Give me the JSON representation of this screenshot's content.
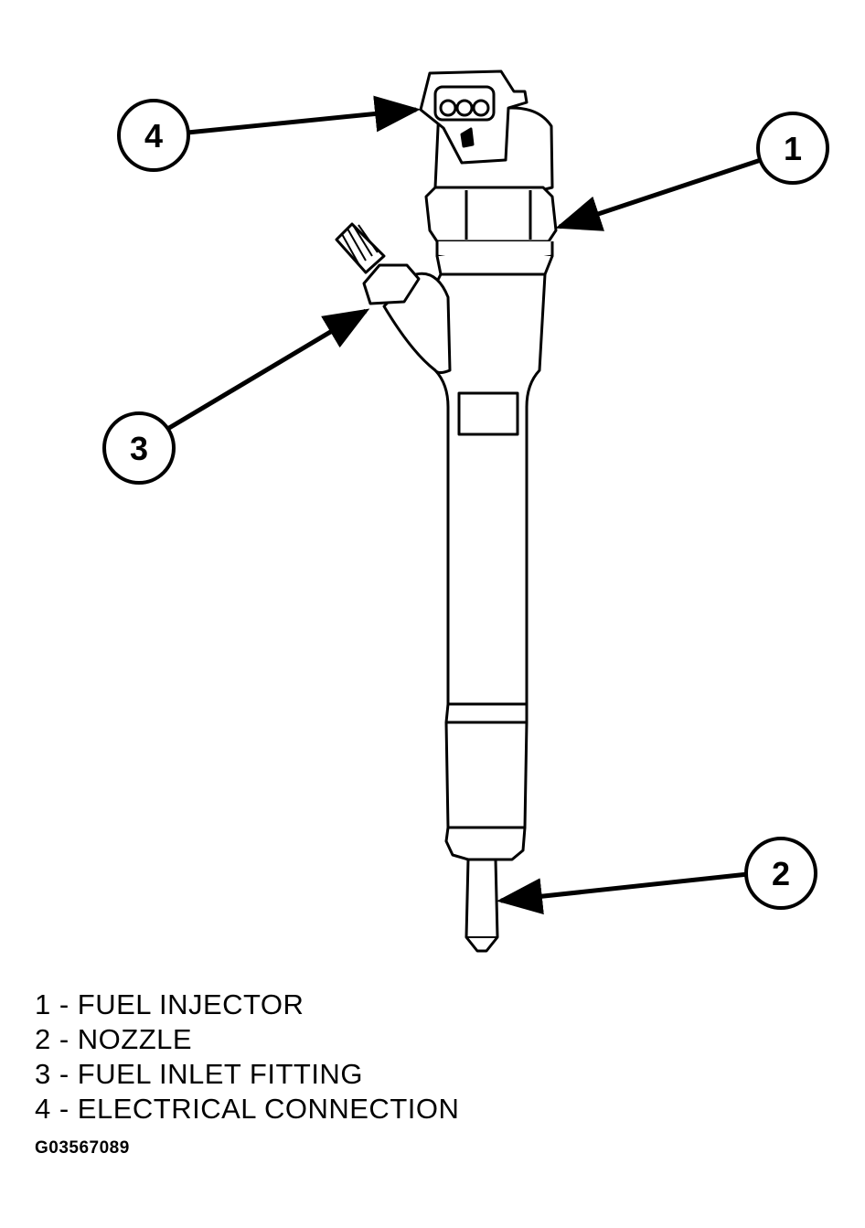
{
  "callouts": [
    {
      "number": "1",
      "target": "fuel-injector"
    },
    {
      "number": "2",
      "target": "nozzle"
    },
    {
      "number": "3",
      "target": "fuel-inlet-fitting"
    },
    {
      "number": "4",
      "target": "electrical-connection"
    }
  ],
  "legend": [
    "1 - FUEL INJECTOR",
    "2 - NOZZLE",
    "3 - FUEL INLET FITTING",
    "4 - ELECTRICAL CONNECTION"
  ],
  "figure_code": "G03567089",
  "colors": {
    "line": "#000000",
    "background": "#ffffff"
  }
}
